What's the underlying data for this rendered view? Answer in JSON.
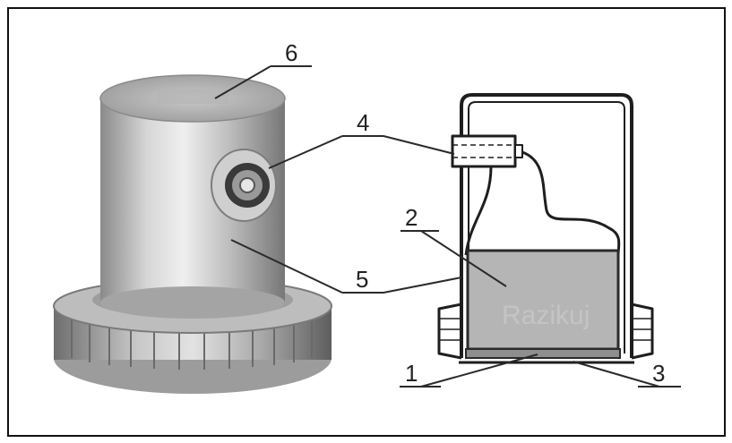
{
  "colors": {
    "border": "#111111",
    "line": "#2a2a2a",
    "metal_light": "#d9d9d9",
    "metal_dark": "#8c8c8c",
    "crystal_fill": "#b8b8b8"
  },
  "callouts": [
    {
      "id": "1",
      "text": "1"
    },
    {
      "id": "2",
      "text": "2"
    },
    {
      "id": "3",
      "text": "3"
    },
    {
      "id": "4",
      "text": "4"
    },
    {
      "id": "5",
      "text": "5"
    },
    {
      "id": "6",
      "text": "6"
    }
  ],
  "watermark": {
    "text": "Razikuj"
  }
}
